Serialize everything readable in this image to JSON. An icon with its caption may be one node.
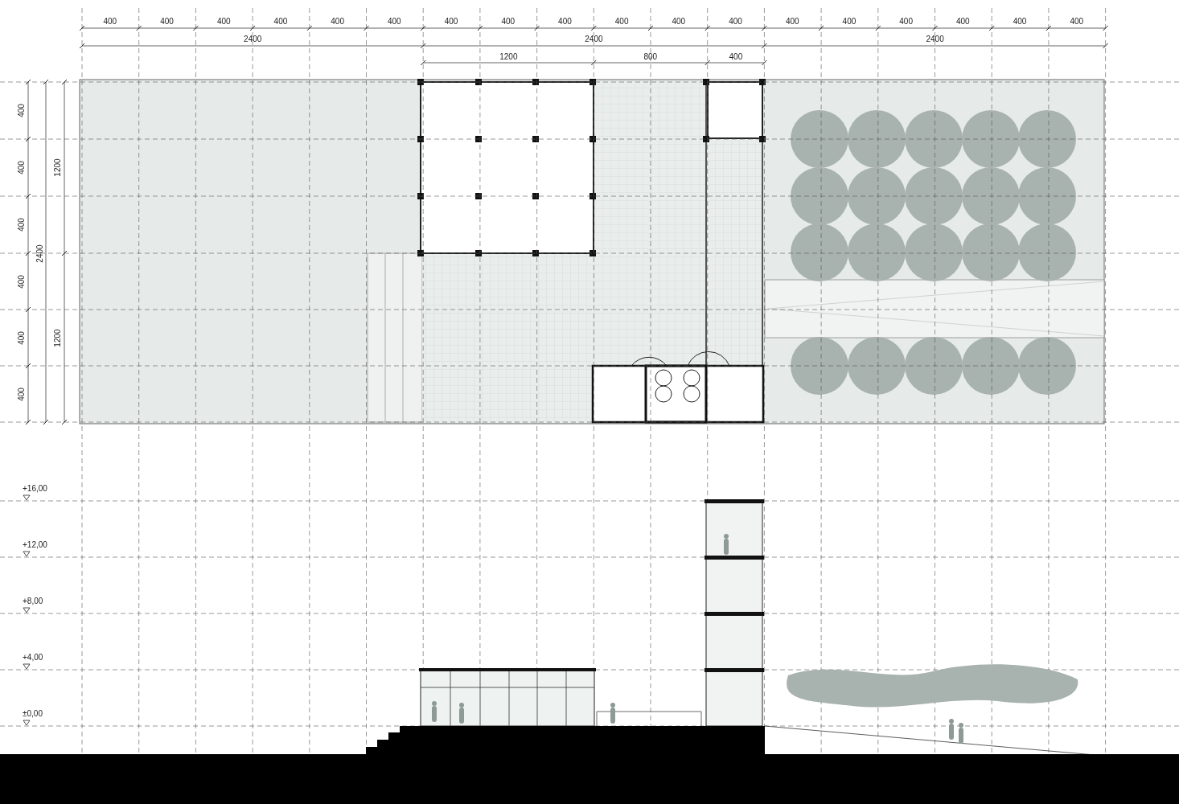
{
  "diagram": {
    "labels": [
      "400",
      "400",
      "400",
      "400",
      "400",
      "400",
      "400",
      "400",
      "400",
      "400",
      "400",
      "400",
      "400",
      "400",
      "400",
      "400",
      "400",
      "400",
      "2400",
      "2400",
      "2400",
      "1200",
      "800",
      "400",
      "400",
      "400",
      "400",
      "400",
      "400",
      "400",
      "1200",
      "2400",
      "1200",
      "+16,00",
      "+12,00",
      "+8,00",
      "+4,00",
      "±0,00"
    ]
  }
}
